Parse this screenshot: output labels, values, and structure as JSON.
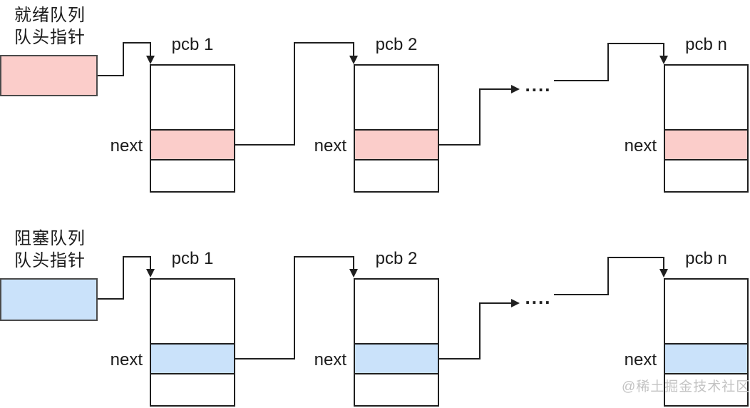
{
  "watermark": "@稀土掘金技术社区",
  "colors": {
    "ready_fill": "#fbcdca",
    "blocked_fill": "#cae2fa",
    "line": "#1f1f1f",
    "box_border": "#1f1f1f",
    "head_border": "#4a4a4a",
    "watermark": "#c3c3c3",
    "background": "#ffffff"
  },
  "ready_queue": {
    "title_line1": "就绪队列",
    "title_line2": "队头指针",
    "dots": "....",
    "nodes": [
      {
        "label": "pcb 1",
        "next_label": "next"
      },
      {
        "label": "pcb 2",
        "next_label": "next"
      },
      {
        "label": "pcb n",
        "next_label": "next"
      }
    ]
  },
  "blocked_queue": {
    "title_line1": "阻塞队列",
    "title_line2": "队头指针",
    "dots": "....",
    "nodes": [
      {
        "label": "pcb 1",
        "next_label": "next"
      },
      {
        "label": "pcb 2",
        "next_label": "next"
      },
      {
        "label": "pcb n",
        "next_label": "next"
      }
    ]
  }
}
